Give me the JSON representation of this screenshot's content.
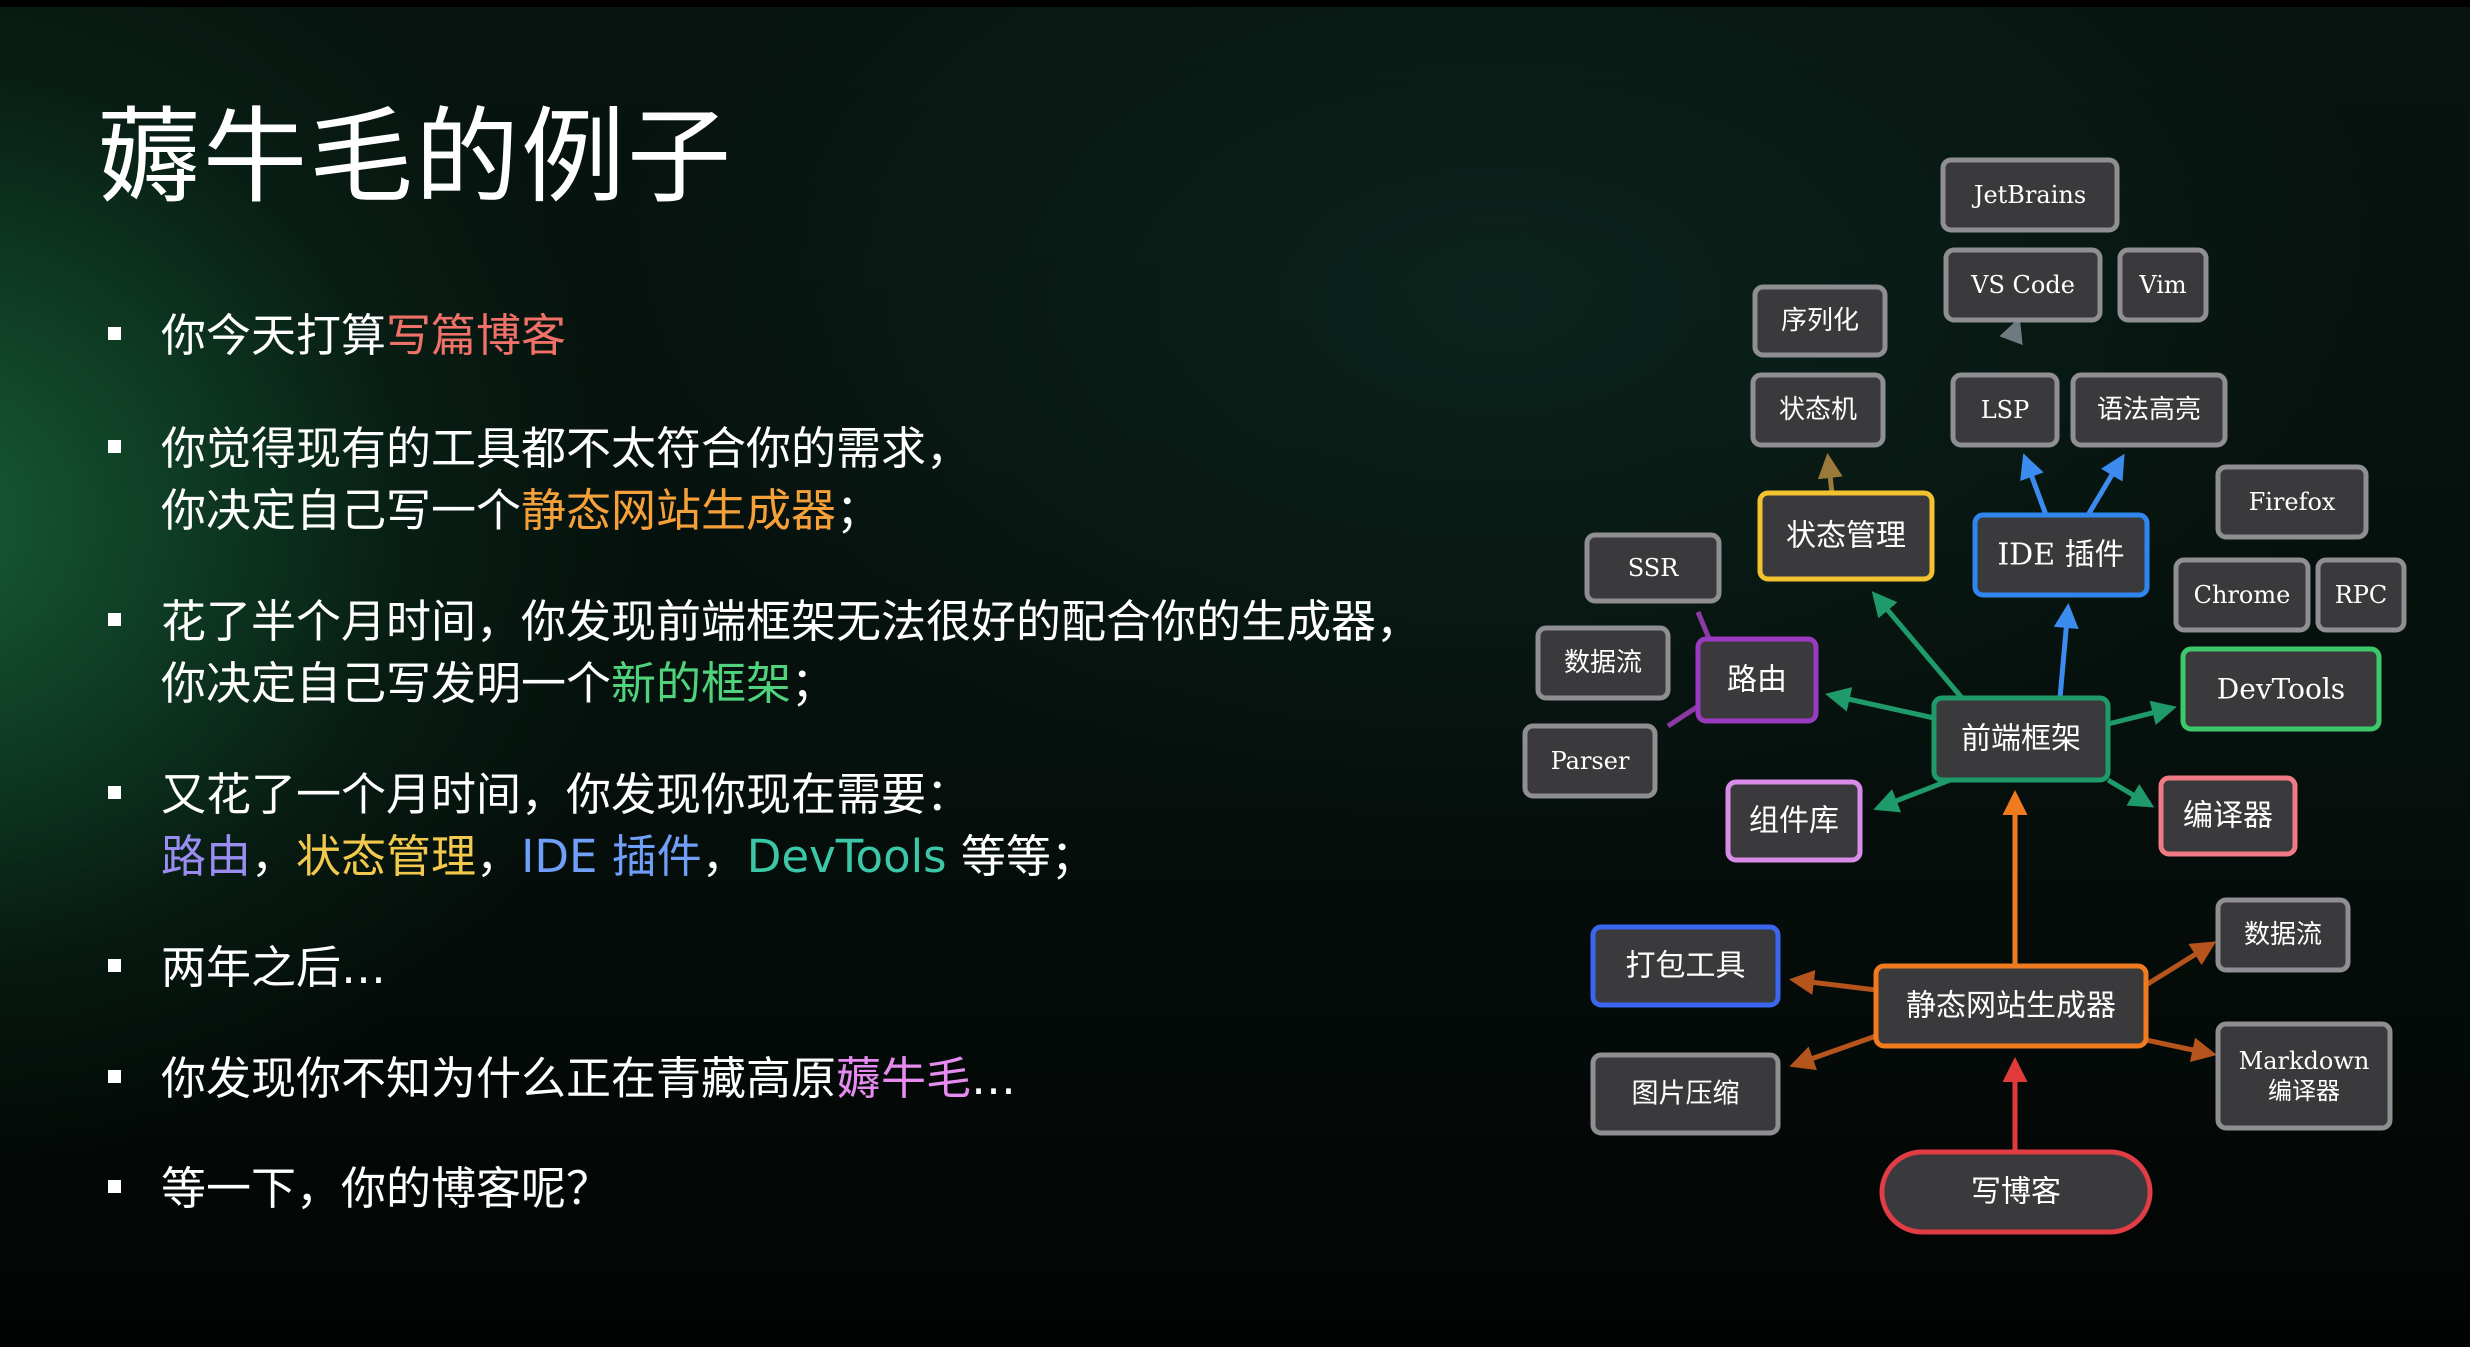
{
  "slide": {
    "title": "薅牛毛的例子",
    "bullets": [
      {
        "lines": [
          [
            {
              "text": "你今天打算"
            },
            {
              "text": "写篇博客",
              "color": "red"
            }
          ]
        ]
      },
      {
        "lines": [
          [
            {
              "text": "你觉得现有的工具都不太符合你的需求，"
            }
          ],
          [
            {
              "text": "你决定自己写一个"
            },
            {
              "text": "静态网站生成器",
              "color": "orange"
            },
            {
              "text": "；"
            }
          ]
        ]
      },
      {
        "lines": [
          [
            {
              "text": "花了半个月时间，你发现前端框架无法很好的配合你的生成器，"
            }
          ],
          [
            {
              "text": "你决定自己写发明一个"
            },
            {
              "text": "新的框架",
              "color": "green"
            },
            {
              "text": "；"
            }
          ]
        ]
      },
      {
        "lines": [
          [
            {
              "text": "又花了一个月时间，你发现你现在需要："
            }
          ],
          [
            {
              "text": "路由",
              "color": "purple"
            },
            {
              "text": "，"
            },
            {
              "text": "状态管理",
              "color": "yellow"
            },
            {
              "text": "，"
            },
            {
              "text": "IDE 插件",
              "color": "blue"
            },
            {
              "text": "，"
            },
            {
              "text": "DevTools",
              "color": "teal"
            },
            {
              "text": " 等等；"
            }
          ]
        ]
      },
      {
        "lines": [
          [
            {
              "text": "两年之后…"
            }
          ]
        ]
      },
      {
        "lines": [
          [
            {
              "text": "你发现你不知为什么正在青藏高原"
            },
            {
              "text": "薅牛毛",
              "color": "pink"
            },
            {
              "text": "…"
            }
          ]
        ]
      },
      {
        "lines": [
          [
            {
              "text": "等一下，你的博客呢？"
            }
          ]
        ]
      }
    ]
  },
  "colors": {
    "red": "#f07167",
    "orange": "#f6a03a",
    "green": "#4fd47d",
    "purple": "#9a8cf0",
    "yellow": "#f2c94c",
    "blue": "#6f9ff8",
    "teal": "#3cc8a8",
    "pink": "#e68cf0",
    "node_gray": "#8e8e93",
    "node_fill": "#3a3a3c",
    "edge_green": "#1f9a6a",
    "edge_blue": "#3c8cf0",
    "edge_orange": "#f07a1e",
    "edge_brown": "#b5541c",
    "edge_red": "#e03a3a",
    "edge_tan": "#9a7a3a",
    "edge_purple": "#8a3aa0",
    "edge_gray": "#6f7a80"
  },
  "diagram": {
    "nodes": [
      {
        "id": "blog",
        "label": "写博客",
        "border": "#e23c45",
        "shape": "pill"
      },
      {
        "id": "ssg",
        "label": "静态网站生成器",
        "border": "#f07a1e"
      },
      {
        "id": "bundler",
        "label": "打包工具",
        "border": "#3a66f0"
      },
      {
        "id": "imgzip",
        "label": "图片压缩",
        "border": "#8e8e93"
      },
      {
        "id": "dataflow2",
        "label": "数据流",
        "border": "#8e8e93"
      },
      {
        "id": "markdown",
        "label": "Markdown\n编译器",
        "border": "#8e8e93"
      },
      {
        "id": "framework",
        "label": "前端框架",
        "border": "#1f9a6a"
      },
      {
        "id": "router",
        "label": "路由",
        "border": "#9a3ac0"
      },
      {
        "id": "components",
        "label": "组件库",
        "border": "#d88ce8"
      },
      {
        "id": "compiler",
        "label": "编译器",
        "border": "#f07a85"
      },
      {
        "id": "devtools",
        "label": "DevTools",
        "border": "#3cc86a"
      },
      {
        "id": "state",
        "label": "状态管理",
        "border": "#f2c230"
      },
      {
        "id": "ide",
        "label": "IDE  插件",
        "border": "#2f86ee"
      },
      {
        "id": "ssr",
        "label": "SSR",
        "border": "#8e8e93"
      },
      {
        "id": "dataflow1",
        "label": "数据流",
        "border": "#8e8e93"
      },
      {
        "id": "parser",
        "label": "Parser",
        "border": "#8e8e93"
      },
      {
        "id": "statemachine",
        "label": "状态机",
        "border": "#8e8e93"
      },
      {
        "id": "serialize",
        "label": "序列化",
        "border": "#8e8e93"
      },
      {
        "id": "lsp",
        "label": "LSP",
        "border": "#8e8e93"
      },
      {
        "id": "highlight",
        "label": "语法高亮",
        "border": "#8e8e93"
      },
      {
        "id": "vscode",
        "label": "VS  Code",
        "border": "#8e8e93"
      },
      {
        "id": "vim",
        "label": "Vim",
        "border": "#8e8e93"
      },
      {
        "id": "jetbrains",
        "label": "JetBrains",
        "border": "#8e8e93"
      },
      {
        "id": "firefox",
        "label": "Firefox",
        "border": "#8e8e93"
      },
      {
        "id": "chrome",
        "label": "Chrome",
        "border": "#8e8e93"
      },
      {
        "id": "rpc",
        "label": "RPC",
        "border": "#8e8e93"
      }
    ]
  }
}
